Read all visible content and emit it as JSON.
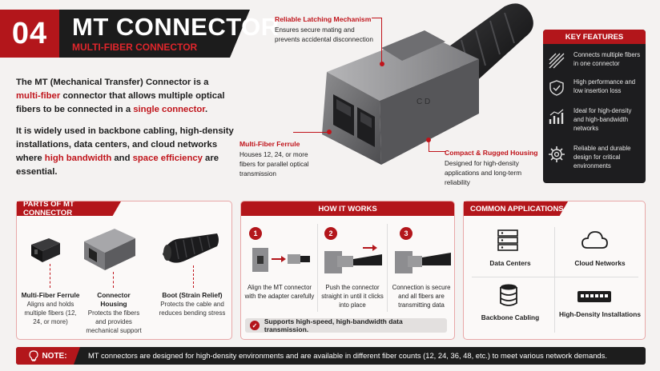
{
  "header": {
    "number": "04",
    "title": "MT CONNECTOR",
    "subtitle": "MULTI-FIBER CONNECTOR"
  },
  "intro": {
    "p1": {
      "a": "The MT (Mechanical Transfer) Connector is a ",
      "b": "multi-fiber",
      "c": " connector that allows multiple optical fibers to be connected in a ",
      "d": "single connector",
      "e": "."
    },
    "p2": {
      "a": "It is widely used in backbone cabling, high-density installations, data centers, and cloud networks where ",
      "b": "high bandwidth",
      "c": " and ",
      "d": "space efficiency",
      "e": " are essential."
    }
  },
  "callouts": {
    "latching": {
      "title": "Reliable Latching Mechanism",
      "desc": "Ensures secure mating and prevents accidental disconnection"
    },
    "ferrule": {
      "title": "Multi-Fiber Ferrule",
      "desc": "Houses 12, 24, or more fibers for parallel optical transmission"
    },
    "compact": {
      "title": "Compact & Rugged Housing",
      "desc": "Designed for high-density applications and long-term reliability"
    }
  },
  "features": {
    "title": "KEY FEATURES",
    "items": [
      {
        "icon": "fibers-icon",
        "text": "Connects multiple fibers in one connector"
      },
      {
        "icon": "shield-check-icon",
        "text": "High performance and low insertion loss"
      },
      {
        "icon": "bar-chart-icon",
        "text": "Ideal for high-density and high-bandwidth networks"
      },
      {
        "icon": "gear-icon",
        "text": "Reliable and durable design for critical environments"
      }
    ]
  },
  "parts": {
    "title": "PARTS OF MT CONNECTOR",
    "items": [
      {
        "title": "Multi-Fiber Ferrule",
        "desc": "Aligns and holds multiple fibers (12, 24, or more)"
      },
      {
        "title": "Connector Housing",
        "desc": "Protects the fibers and provides mechanical support"
      },
      {
        "title": "Boot (Strain Relief)",
        "desc": "Protects the cable and reduces bending stress"
      }
    ]
  },
  "how": {
    "title": "HOW IT WORKS",
    "steps": [
      {
        "num": "1",
        "text": "Align the MT connector with the adapter carefully"
      },
      {
        "num": "2",
        "text": "Push the connector straight in until it clicks into place"
      },
      {
        "num": "3",
        "text": "Connection is secure and all fibers are transmitting data"
      }
    ],
    "summary": "Supports high-speed, high-bandwidth data transmission."
  },
  "apps": {
    "title": "COMMON APPLICATIONS",
    "items": [
      {
        "icon": "server-rack-icon",
        "label": "Data Centers"
      },
      {
        "icon": "cloud-icon",
        "label": "Cloud Networks"
      },
      {
        "icon": "database-icon",
        "label": "Backbone Cabling"
      },
      {
        "icon": "switch-icon",
        "label": "High-Density Installations"
      }
    ]
  },
  "note": {
    "label": "NOTE:",
    "text": "MT connectors are designed for high-density environments and are available in different fiber counts (12, 24, 36, 48, etc.) to meet various network demands."
  },
  "colors": {
    "accent": "#b3161b",
    "dark": "#1d1d1d",
    "background": "#f4f2f1"
  }
}
